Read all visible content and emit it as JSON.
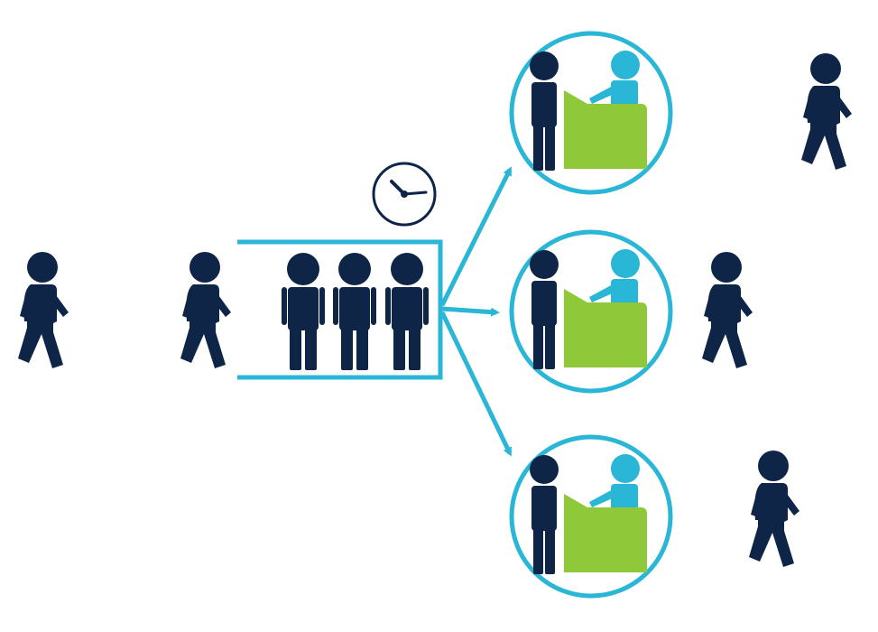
{
  "colors": {
    "navy": "#0f2547",
    "cyan": "#2ab6d6",
    "green": "#8fc93a",
    "white": "#ffffff"
  },
  "icons": {
    "walker": "walking-person-icon",
    "queued": "standing-person-icon",
    "clock": "clock-icon",
    "customer": "customer-icon",
    "server": "server-person-icon",
    "desk": "service-desk-icon",
    "arrow": "arrow-icon"
  },
  "diagram": {
    "arriving_customers": 2,
    "queue_length": 3,
    "service_stations": 3,
    "departing_customers": 3
  }
}
